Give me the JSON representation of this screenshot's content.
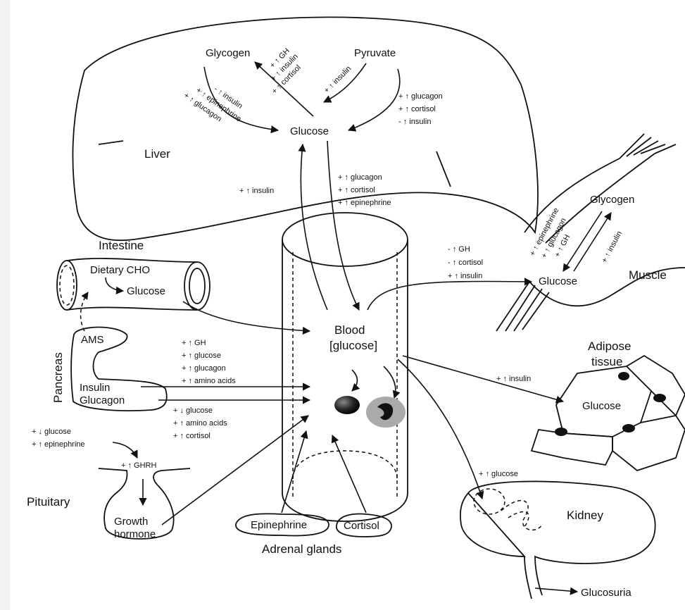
{
  "organs": {
    "liver": "Liver",
    "intestine": "Intestine",
    "pancreas": "Pancreas",
    "pituitary": "Pituitary",
    "adrenal": "Adrenal glands",
    "muscle": "Muscle",
    "adipose_line1": "Adipose",
    "adipose_line2": "tissue",
    "kidney": "Kidney"
  },
  "liver": {
    "glycogen": "Glycogen",
    "pyruvate": "Pyruvate",
    "glucose": "Glucose",
    "reg_glycogenesis": [
      "+ ↑ GH",
      "+ ↑ insulin",
      "+ ↑ cortisol"
    ],
    "reg_pyruvate_to_glycogen": "+ ↑ insulin",
    "reg_glycogenolysis": [
      "- ↑ insulin",
      "+ ↑ epinephrine",
      "+ ↑ glucagon"
    ],
    "reg_gluconeogenesis": [
      "+ ↑ glucagon",
      "+ ↑ cortisol",
      "- ↑ insulin"
    ],
    "reg_uptake": "+ ↑ insulin",
    "reg_output": [
      "+ ↑ glucagon",
      "+ ↑ cortisol",
      "+ ↑ epinephrine"
    ]
  },
  "intestine": {
    "dietary": "Dietary CHO",
    "glucose": "Glucose"
  },
  "pancreas": {
    "ams": "AMS",
    "insulin": "Insulin",
    "glucagon": "Glucagon",
    "reg_secretion": [
      "+ ↑ GH",
      "+ ↑ glucose",
      "+ ↑ glucagon",
      "+ ↑ amino acids"
    ],
    "reg_glucagon": [
      "+ ↓ glucose",
      "+ ↑ amino acids",
      "+ ↑ cortisol"
    ]
  },
  "pituitary": {
    "reg_hypothalamus": [
      "+ ↓ glucose",
      "+ ↑ epinephrine"
    ],
    "ghrh": "+ ↑ GHRH",
    "gh_line1": "Growth",
    "gh_line2": "hormone"
  },
  "blood": {
    "line1": "Blood",
    "line2": "[glucose]"
  },
  "adrenal": {
    "epinephrine": "Epinephrine",
    "cortisol": "Cortisol"
  },
  "muscle": {
    "glycogen": "Glycogen",
    "glucose": "Glucose",
    "reg_uptake": [
      "- ↑ GH",
      "- ↑ cortisol",
      "+ ↑ insulin"
    ],
    "reg_glycogenolysis": [
      "+ ↑ epinephrine",
      "+ ↑ glucagon",
      "+ ↑ GH"
    ],
    "reg_glycogenesis": "+ ↑ insulin"
  },
  "adipose": {
    "glucose": "Glucose",
    "reg_uptake": "+ ↑ insulin"
  },
  "kidney": {
    "reg": "+ ↑ glucose",
    "glucosuria": "Glucosuria"
  }
}
